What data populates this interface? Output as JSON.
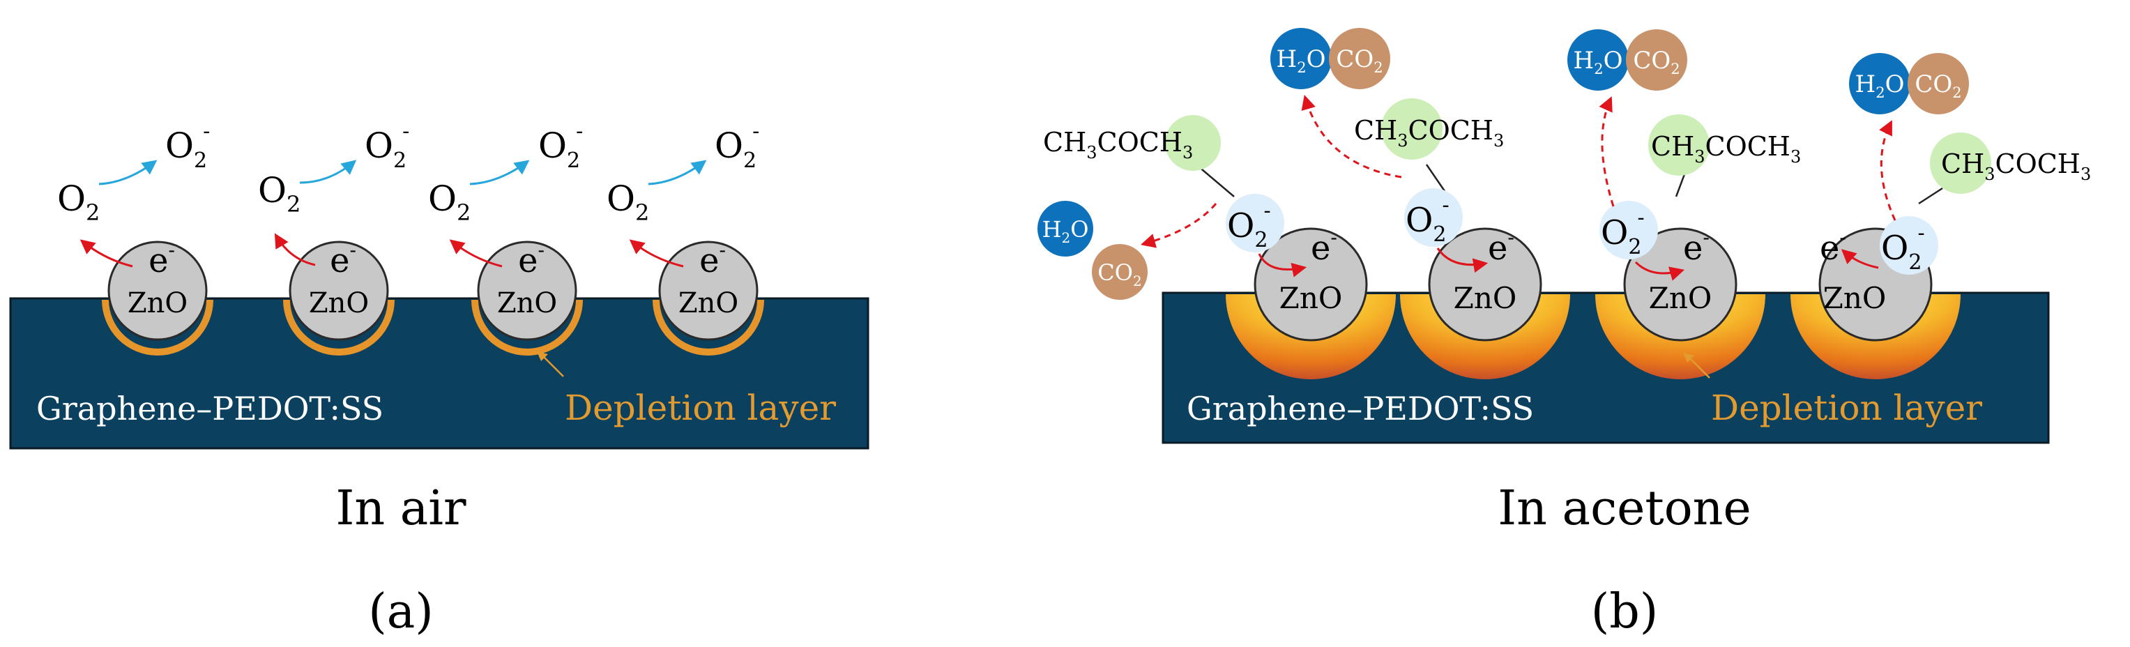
{
  "colors": {
    "substrate": "#0b405f",
    "substrate_edge": "#0a1b26",
    "zno_fill": "#c8c8c8",
    "zno_edge": "#2a2a2a",
    "depletion": "#e6952a",
    "label_substrate": "#ffffff",
    "label_depletion": "#e39a2f",
    "arrow_blue": "#27a6dc",
    "arrow_red": "#e0141c",
    "h2o_bubble": "#0d72bb",
    "co2_bubble": "#c8926a",
    "acetone_bubble": "#cdeeb7",
    "o2ion_bubble": "#dcedfb"
  },
  "panel_a": {
    "species": {
      "o2": "O",
      "o2_sub": "2",
      "o2ion": "O",
      "o2ion_sub": "2",
      "o2ion_sup": "-"
    },
    "electron": {
      "label": "e",
      "sup": "-"
    },
    "particle_label": "ZnO",
    "substrate_label": "Graphene–PEDOT:SS",
    "depletion_label": "Depletion layer",
    "caption": "In air",
    "letter": "(a)"
  },
  "panel_b": {
    "species": {
      "o2ion": "O",
      "o2ion_sub": "2",
      "o2ion_sup": "-",
      "acetone": {
        "p1": "CH",
        "s1": "3",
        "p2": "COCH",
        "s2": "3"
      },
      "h2o": {
        "p1": "H",
        "s1": "2",
        "p2": "O"
      },
      "co2": {
        "p1": "CO",
        "s1": "2"
      }
    },
    "electron": {
      "label": "e",
      "sup": "-"
    },
    "particle_label": "ZnO",
    "substrate_label": "Graphene–PEDOT:SS",
    "depletion_label": "Depletion layer",
    "caption": "In acetone",
    "letter": "(b)"
  }
}
